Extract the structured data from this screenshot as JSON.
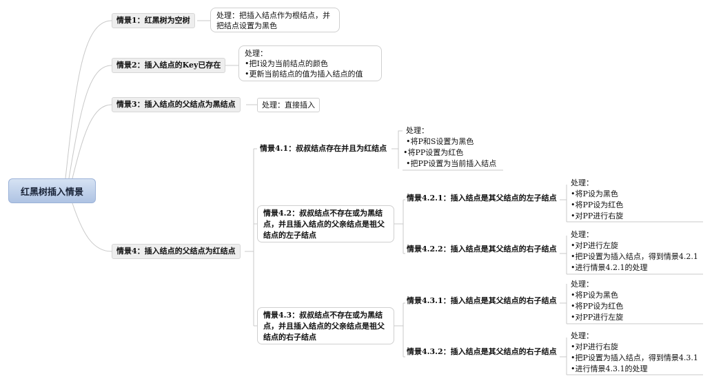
{
  "root": "红黑树插入情景",
  "c1": {
    "label": "情景1：红黑树为空树",
    "detail": "处理：把插入结点作为根结点，并把结点设置为黑色"
  },
  "c2": {
    "label": "情景2：插入结点的Key已存在",
    "head": "处理：",
    "items": [
      "把I设为当前结点的颜色",
      "更新当前结点的值为插入结点的值"
    ]
  },
  "c3": {
    "label": "情景3：插入结点的父结点为黑结点",
    "detail": "处理：直接插入"
  },
  "c4": {
    "label": "情景4：插入结点的父结点为红结点",
    "s41": {
      "label": "情景4.1：叔叔结点存在并且为红结点",
      "head": "处理：",
      "items": [
        "将P和S设置为黑色",
        "将PP设置为红色",
        "把PP设置为当前插入结点"
      ]
    },
    "s42": {
      "label": "情景4.2：叔叔结点不存在或为黑结点，并且插入结点的父亲结点是祖父结点的左子结点",
      "a": {
        "label": "情景4.2.1：插入结点是其父结点的左子结点",
        "head": "处理：",
        "items": [
          "将P设为黑色",
          "将PP设为红色",
          "对PP进行右旋"
        ]
      },
      "b": {
        "label": "情景4.2.2：插入结点是其父结点的右子结点",
        "head": "处理：",
        "items": [
          "对P进行左旋",
          "把P设置为插入结点，得到情景4.2.1",
          "进行情景4.2.1的处理"
        ]
      }
    },
    "s43": {
      "label": "情景4.3：叔叔结点不存在或为黑结点，并且插入结点的父亲结点是祖父结点的右子结点",
      "a": {
        "label": "情景4.3.1：插入结点是其父结点的右子结点",
        "head": "处理：",
        "items": [
          "将P设为黑色",
          "将PP设为红色",
          "对PP进行左旋"
        ]
      },
      "b": {
        "label": "情景4.3.2：插入结点是其父结点的右子结点",
        "head": "处理：",
        "items": [
          "对P进行右旋",
          "把P设置为插入结点，得到情景4.3.1",
          "进行情景4.3.1的处理"
        ]
      }
    }
  }
}
